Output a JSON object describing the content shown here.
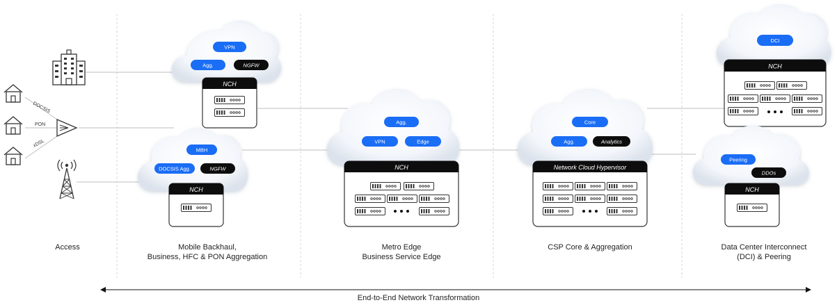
{
  "access": {
    "links": [
      "DOCSIS",
      "PON",
      "xDSL"
    ]
  },
  "clouds": [
    {
      "pills": [
        "VPN",
        "Agg.",
        "NGFW"
      ],
      "box_title": "NCH"
    },
    {
      "pills": [
        "MBH",
        "DOCSIS Agg.",
        "NGFW"
      ],
      "box_title": "NCH"
    },
    {
      "pills": [
        "Agg.",
        "VPN",
        "Edge"
      ],
      "box_title": "NCH"
    },
    {
      "pills": [
        "Core",
        "Agg.",
        "Analytics"
      ],
      "box_title": "Network Cloud Hypervisor"
    },
    {
      "pills": [
        "DCI"
      ],
      "box_title": "NCH"
    },
    {
      "pills": [
        "Peering",
        "DDOs"
      ],
      "box_title": "NCH"
    }
  ],
  "captions": {
    "access": "Access",
    "mobile": [
      "Mobile Backhaul,",
      "Business, HFC & PON Aggregation"
    ],
    "metro": [
      "Metro Edge",
      "Business Service Edge"
    ],
    "core": "CSP Core & Aggregation",
    "dci": [
      "Data Center Interconnect",
      "(DCI) & Peering"
    ]
  },
  "footer": "End-to-End Network Transformation",
  "colors": {
    "blue_pill": "#1a6df5",
    "black_pill": "#0d0d0d",
    "line": "#bdbdbd",
    "divider": "#d6d6d6"
  },
  "icons": [
    "house-icon",
    "office-building-icon",
    "splitter-icon",
    "cell-tower-icon",
    "server-icon",
    "ellipsis-icon"
  ]
}
